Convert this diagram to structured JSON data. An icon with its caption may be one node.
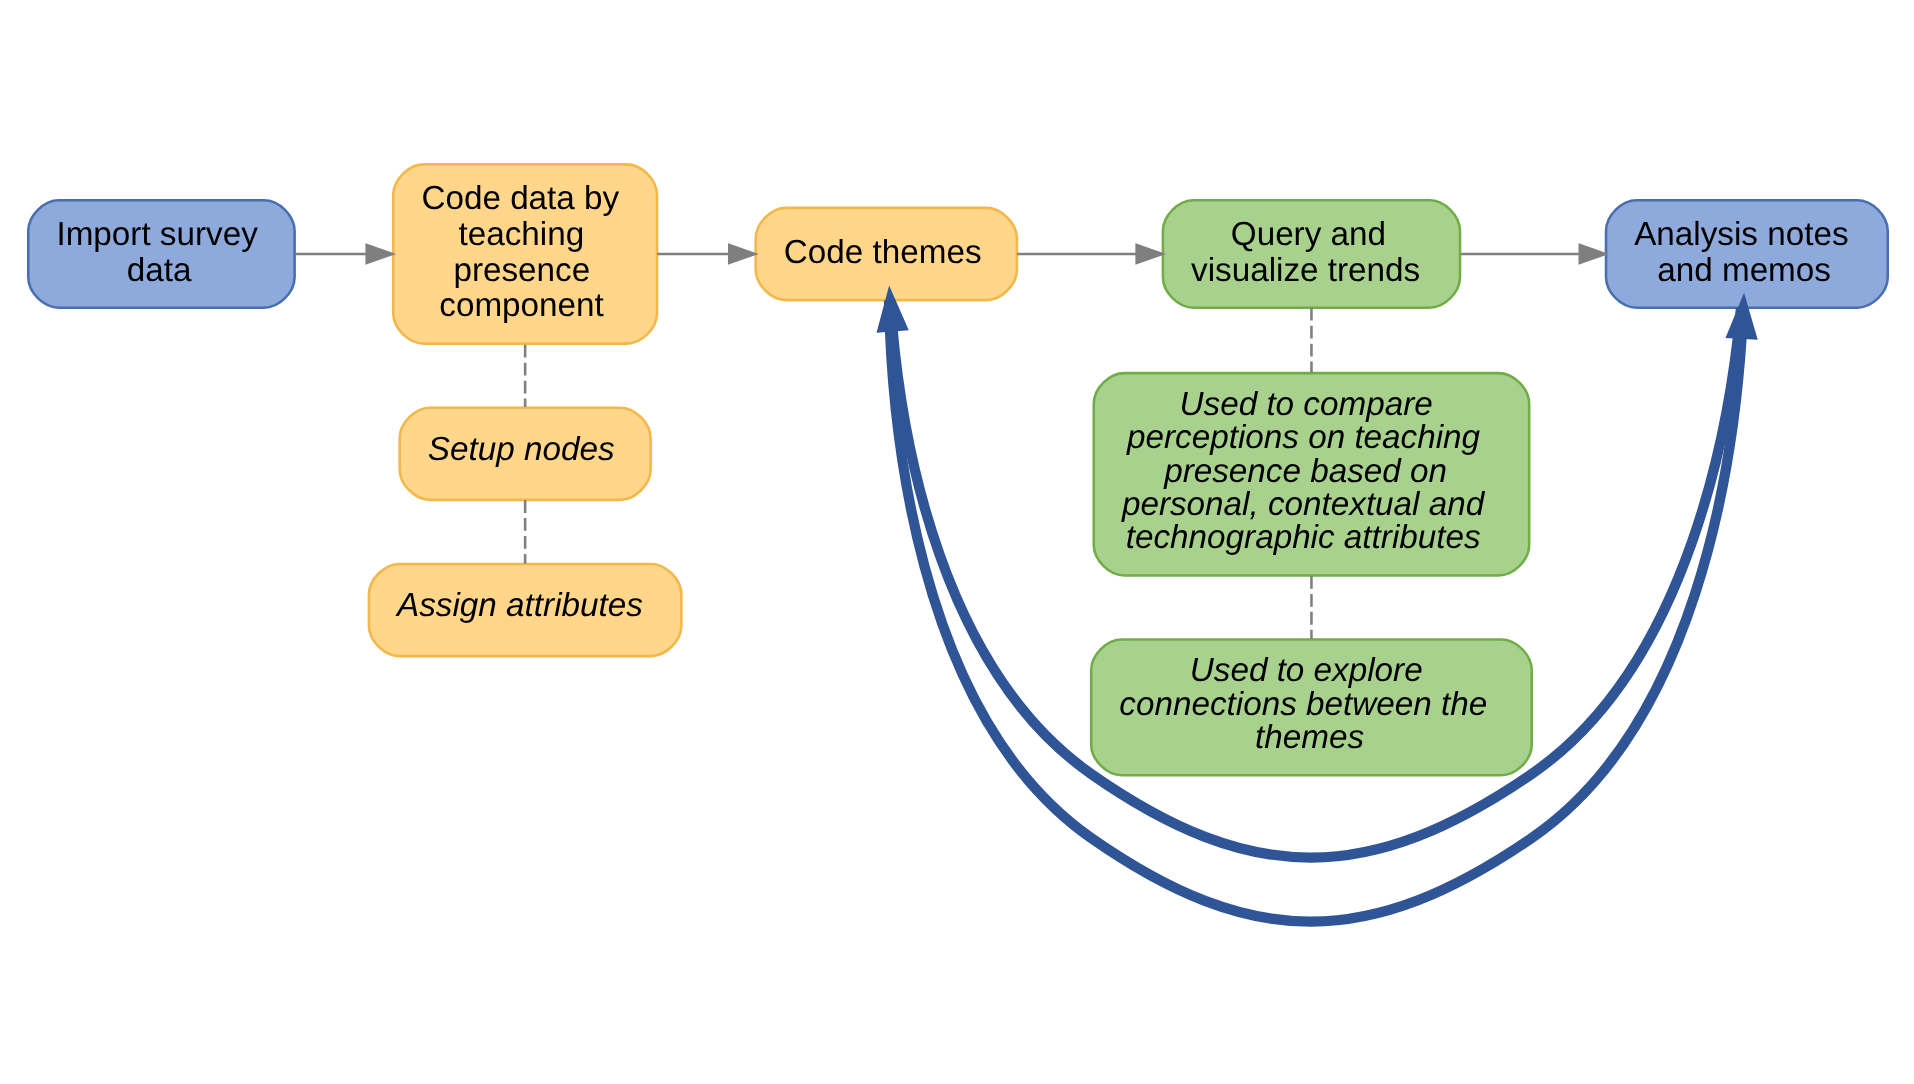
{
  "diagram": {
    "nodes": [
      {
        "text": [
          "Import survey data"
        ]
      },
      {
        "text": [
          "Code data by teaching presence component"
        ]
      },
      {
        "text": [
          "Code themes"
        ]
      },
      {
        "text": [
          "Query and visualize trends"
        ]
      },
      {
        "text": [
          "Analysis notes and memos"
        ]
      },
      {
        "text": [
          "Setup nodes"
        ]
      },
      {
        "text": [
          "Assign attributes"
        ]
      },
      {
        "text": [
          "Used to compare perceptions on teaching presence based on personal, contextual and technographic attributes"
        ]
      },
      {
        "text": [
          "Used to explore connections between the themes"
        ]
      }
    ],
    "edges": [
      {
        "from": 0,
        "to": 1,
        "arrow": "to"
      },
      {
        "from": 1,
        "to": 2,
        "arrow": "to"
      },
      {
        "from": 2,
        "to": 3,
        "arrow": "to"
      },
      {
        "from": 3,
        "to": 4,
        "arrow": "to"
      },
      {
        "from": 2,
        "to": 4,
        "arrow": "to",
        "style": "thick",
        "color": "#2f5597"
      },
      {
        "from": 4,
        "to": 2,
        "arrow": "to",
        "style": "thick",
        "color": "#2f5597"
      },
      {
        "from": 1,
        "to": 5,
        "arrow": "none",
        "style": "dashed"
      },
      {
        "from": 5,
        "to": 6,
        "arrow": "none",
        "style": "dashed"
      },
      {
        "from": 3,
        "to": 7,
        "arrow": "none",
        "style": "dashed"
      },
      {
        "from": 7,
        "to": 8,
        "arrow": "none",
        "style": "dashed"
      }
    ]
  }
}
